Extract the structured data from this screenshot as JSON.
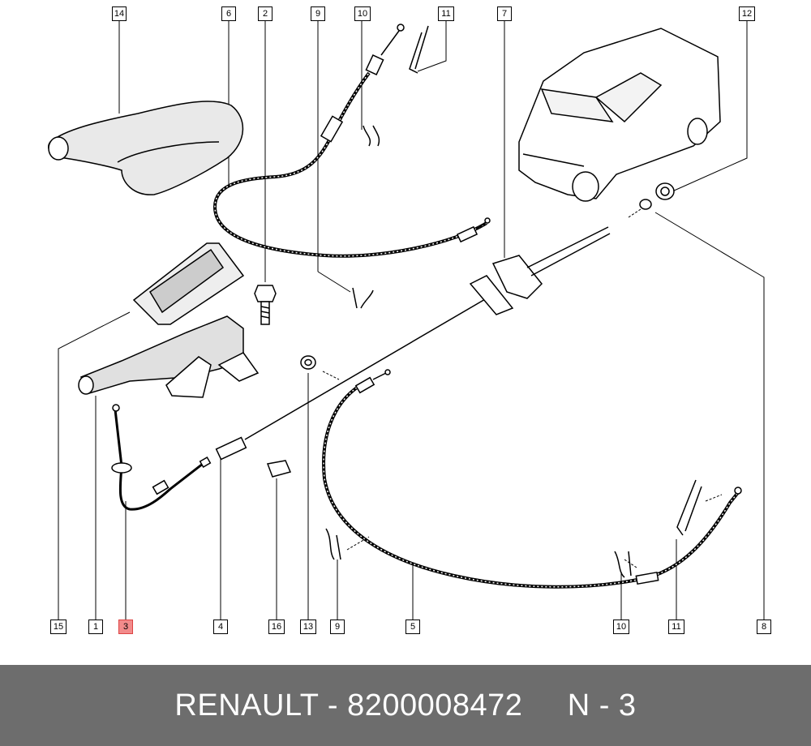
{
  "callouts": [
    {
      "id": "c14",
      "label": "14"
    },
    {
      "id": "c6",
      "label": "6"
    },
    {
      "id": "c2",
      "label": "2"
    },
    {
      "id": "c9t",
      "label": "9"
    },
    {
      "id": "c10t",
      "label": "10"
    },
    {
      "id": "c11t",
      "label": "11"
    },
    {
      "id": "c7",
      "label": "7"
    },
    {
      "id": "c12",
      "label": "12"
    },
    {
      "id": "c15",
      "label": "15"
    },
    {
      "id": "c1",
      "label": "1"
    },
    {
      "id": "c3",
      "label": "3",
      "highlight": true
    },
    {
      "id": "c4",
      "label": "4"
    },
    {
      "id": "c16",
      "label": "16"
    },
    {
      "id": "c13",
      "label": "13"
    },
    {
      "id": "c9b",
      "label": "9"
    },
    {
      "id": "c5",
      "label": "5"
    },
    {
      "id": "c10b",
      "label": "10"
    },
    {
      "id": "c11b",
      "label": "11"
    },
    {
      "id": "c8",
      "label": "8"
    }
  ],
  "footer": {
    "brand": "RENAULT",
    "separator": " - ",
    "part_number": "8200008472",
    "gap": "     ",
    "position": "N - 3"
  },
  "colors": {
    "footer_bg": "#6d6d6d",
    "highlight": "#f28b8b"
  }
}
